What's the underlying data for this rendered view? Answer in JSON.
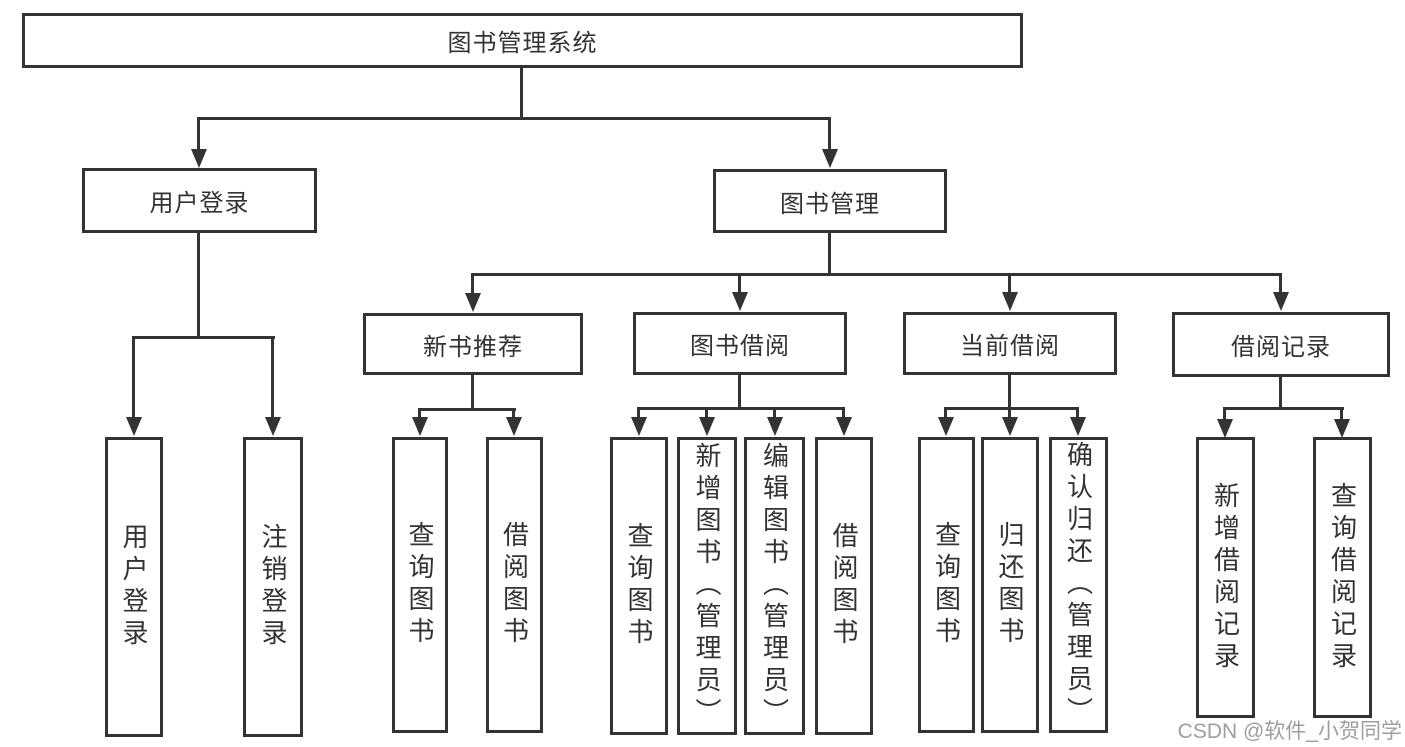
{
  "diagram": {
    "title": "图书管理系统",
    "root": {
      "label": "图书管理系统"
    },
    "level2": [
      {
        "label": "用户登录"
      },
      {
        "label": "图书管理"
      }
    ],
    "level3": [
      {
        "label": "新书推荐"
      },
      {
        "label": "图书借阅"
      },
      {
        "label": "当前借阅"
      },
      {
        "label": "借阅记录"
      }
    ],
    "leaves": {
      "user_login": [
        {
          "label": "用户登录"
        },
        {
          "label": "注销登录"
        }
      ],
      "new_book": [
        {
          "label": "查询图书"
        },
        {
          "label": "借阅图书"
        }
      ],
      "book_borrow": [
        {
          "label": "查询图书"
        },
        {
          "label": "新增图书（管理员）"
        },
        {
          "label": "编辑图书（管理员）"
        },
        {
          "label": "借阅图书"
        }
      ],
      "current_borrow": [
        {
          "label": "查询图书"
        },
        {
          "label": "归还图书"
        },
        {
          "label": "确认归还（管理员）"
        }
      ],
      "borrow_record": [
        {
          "label": "新增借阅记录"
        },
        {
          "label": "查询借阅记录"
        }
      ]
    },
    "colors": {
      "line": "#333333",
      "text": "#333333",
      "background": "#ffffff",
      "watermark": "#9e9e9e"
    },
    "watermark": "CSDN @软件_小贺同学"
  }
}
